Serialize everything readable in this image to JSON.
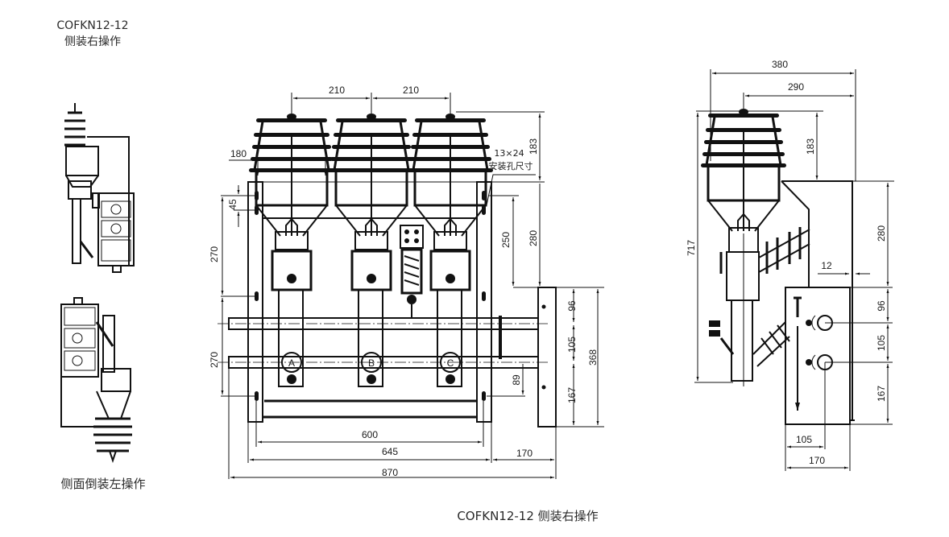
{
  "captions": {
    "top_model": "COFKN12-12",
    "top_desc": "侧装右操作",
    "left_desc": "侧面倒装左操作",
    "bottom": "COFKN12-12 侧装右操作"
  },
  "front_view": {
    "dims": {
      "pitch_1": "210",
      "pitch_2": "210",
      "insulator_width": "180",
      "insulator_height": "183",
      "hole_pitch_small": "45",
      "hole_spacing_upper": "270",
      "hole_spacing_lower": "270",
      "mount_to_box": "250",
      "top_to_box": "280",
      "box_upper": "96",
      "box_middle": "105",
      "box_lower": "167",
      "box_total": "368",
      "shaft_offset": "89",
      "hole_span": "600",
      "frame_width": "645",
      "box_width": "170",
      "overall_width": "870"
    },
    "hole_note_size": "13×24",
    "hole_note_label": "安装孔尺寸",
    "phases": [
      "A",
      "B",
      "C"
    ]
  },
  "side_view": {
    "dims": {
      "overall_depth": "380",
      "pole_offset": "290",
      "insulator_height": "183",
      "overall_height": "717",
      "top_to_box": "280",
      "box_gap": "12",
      "box_upper": "96",
      "box_middle": "105",
      "box_lower": "167",
      "shaft_from_edge": "105",
      "box_width": "170"
    }
  }
}
